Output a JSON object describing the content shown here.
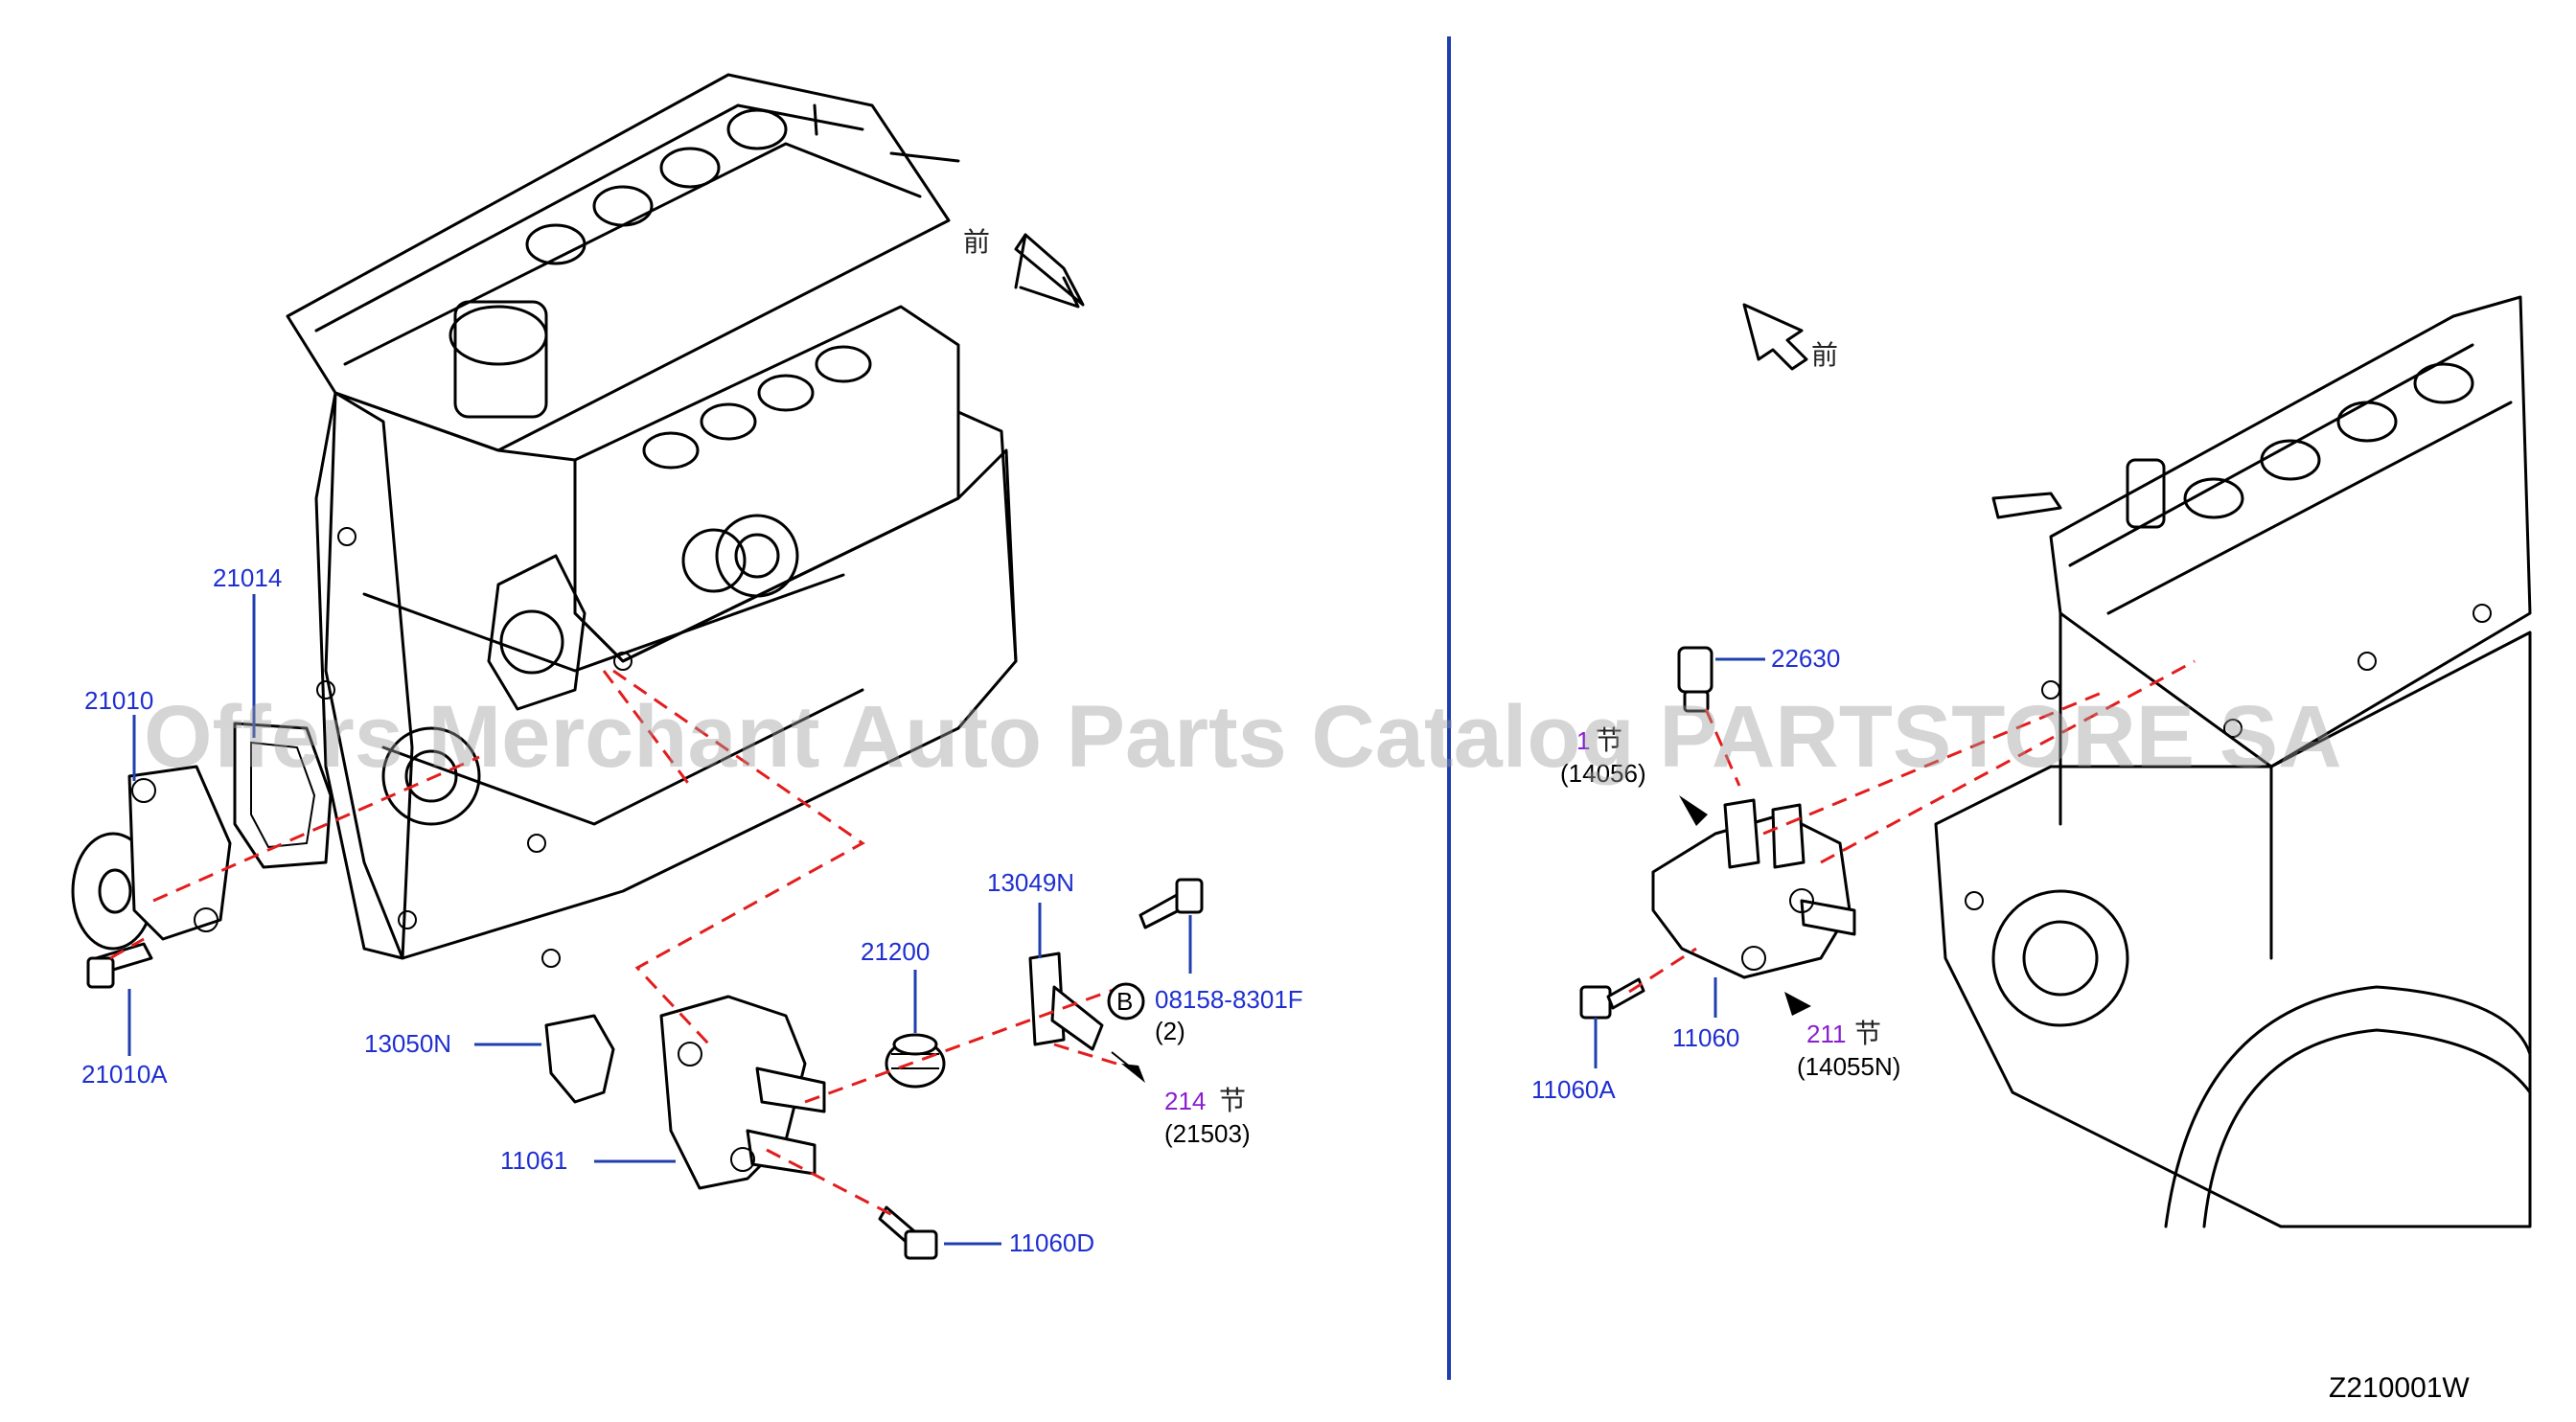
{
  "watermark": "Offers Merchant Auto Parts Catalog PARTSTORE SA",
  "diagram_code": "Z210001W",
  "direction_label": "前",
  "section_symbol": "节",
  "callout_marker": "B",
  "parts": {
    "p21014": "21014",
    "p21010": "21010",
    "p21010A": "21010A",
    "p13050N": "13050N",
    "p11061": "11061",
    "p21200": "21200",
    "p13049N": "13049N",
    "p08158": "08158-8301F",
    "p08158_qty": "(2)",
    "p11060D": "11060D",
    "p22630": "22630",
    "p11060": "11060",
    "p11060A": "11060A"
  },
  "refs": {
    "r214": "214",
    "r214_sub": "(21503)",
    "r211": "211",
    "r211_sub": "(14055N)",
    "r_left": "1",
    "r_left_sub": "(14056)"
  },
  "colors": {
    "label": "#1f2fd0",
    "reference": "#8a1fcf",
    "dashed_line": "#e31d1d",
    "divider": "#1f3fae"
  }
}
